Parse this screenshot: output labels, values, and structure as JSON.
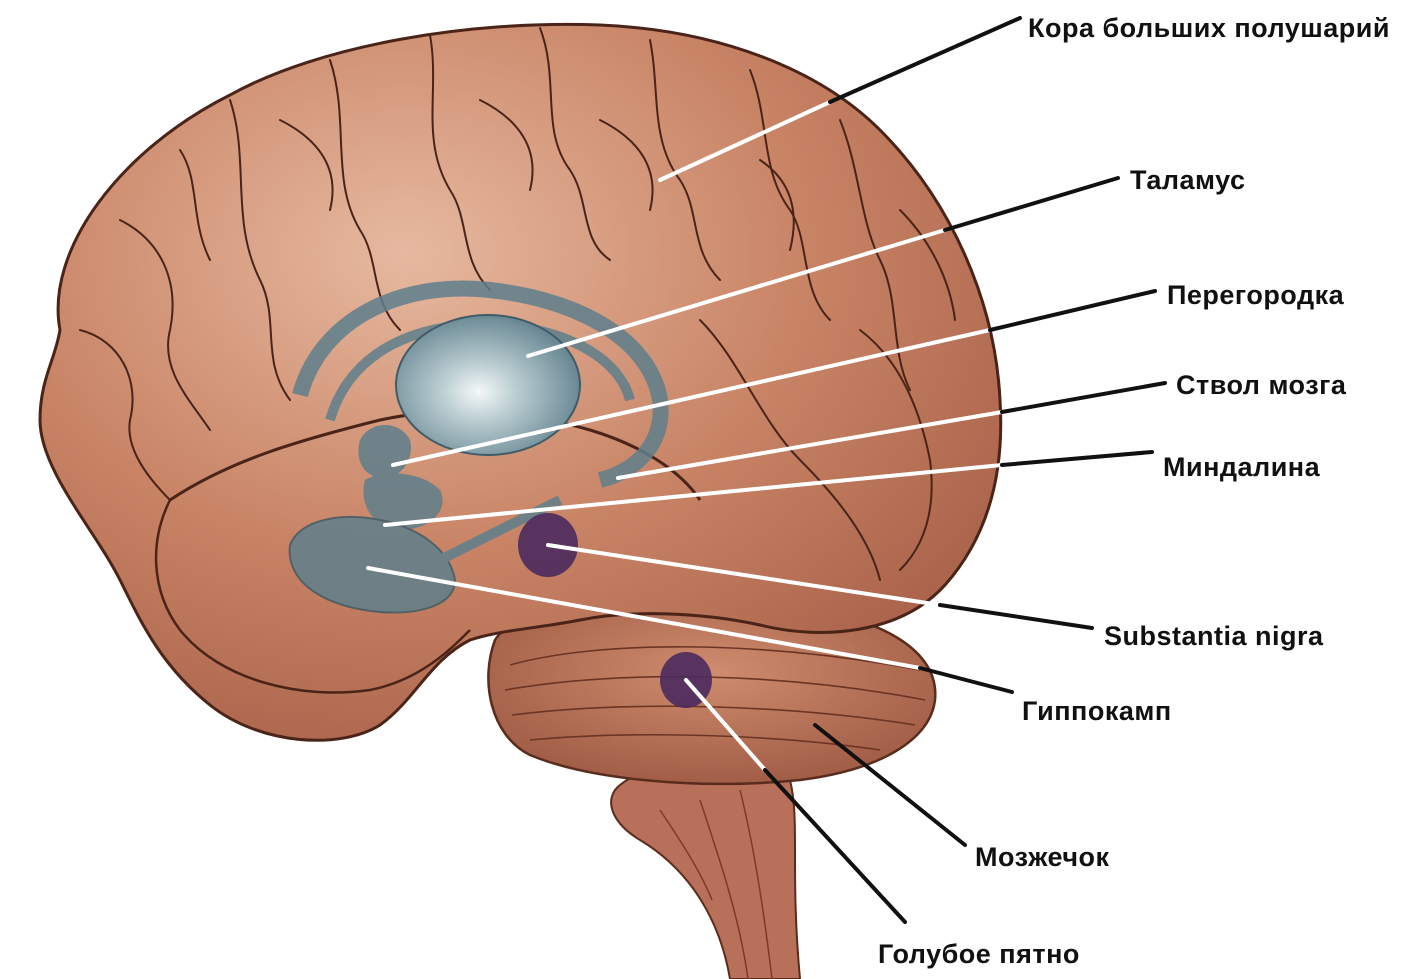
{
  "colors": {
    "background": "#ffffff",
    "brain_fill": "#c98466",
    "brain_shade": "#a9624a",
    "brain_highlight": "#e6b9a0",
    "sulci": "#4a2418",
    "limbic_structures": "#5f7f8c",
    "thalamus_highlight": "#eef3f2",
    "dark_nuclei": "#4b2a5e",
    "leader_line_on_brain": "#ffffff",
    "leader_line_off_brain": "#111111",
    "label_text": "#111111"
  },
  "labels": [
    {
      "id": "cortex",
      "text": "Кора больших полушарий"
    },
    {
      "id": "thalamus",
      "text": "Таламус"
    },
    {
      "id": "septum",
      "text": "Перегородка"
    },
    {
      "id": "brainstem",
      "text": "Ствол  мозга"
    },
    {
      "id": "amygdala",
      "text": "Миндалина"
    },
    {
      "id": "nigra",
      "text": "Substantia  nigra"
    },
    {
      "id": "hippocampus",
      "text": "Гиппокамп"
    },
    {
      "id": "cerebellum",
      "text": "Мозжечок"
    },
    {
      "id": "locus",
      "text": "Голубое  пятно"
    }
  ]
}
